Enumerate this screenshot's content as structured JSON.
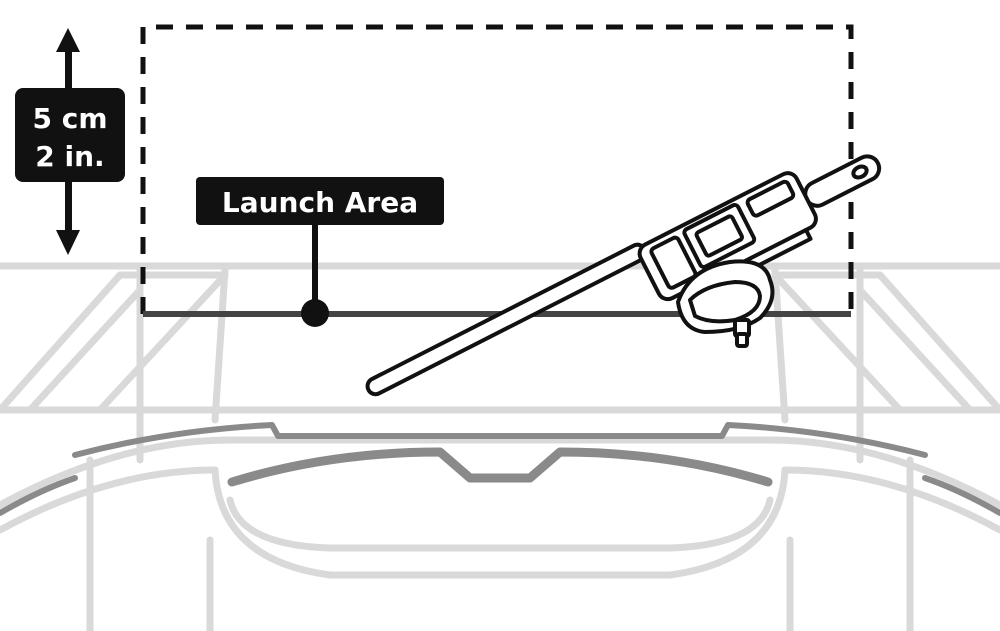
{
  "height_label": {
    "metric": "5 cm",
    "imperial": "2 in."
  },
  "launch_area_label": "Launch Area",
  "icons": {
    "height_arrow": "double-headed-vertical-arrow",
    "launcher": "string-launcher-with-top",
    "stadium": "battle-stadium-outline"
  },
  "colors": {
    "ink": "#111111",
    "outline_gray": "#d9d9d9",
    "rim_gray": "#8a8a8a",
    "label_fill": "#111111",
    "label_text": "#ffffff"
  }
}
